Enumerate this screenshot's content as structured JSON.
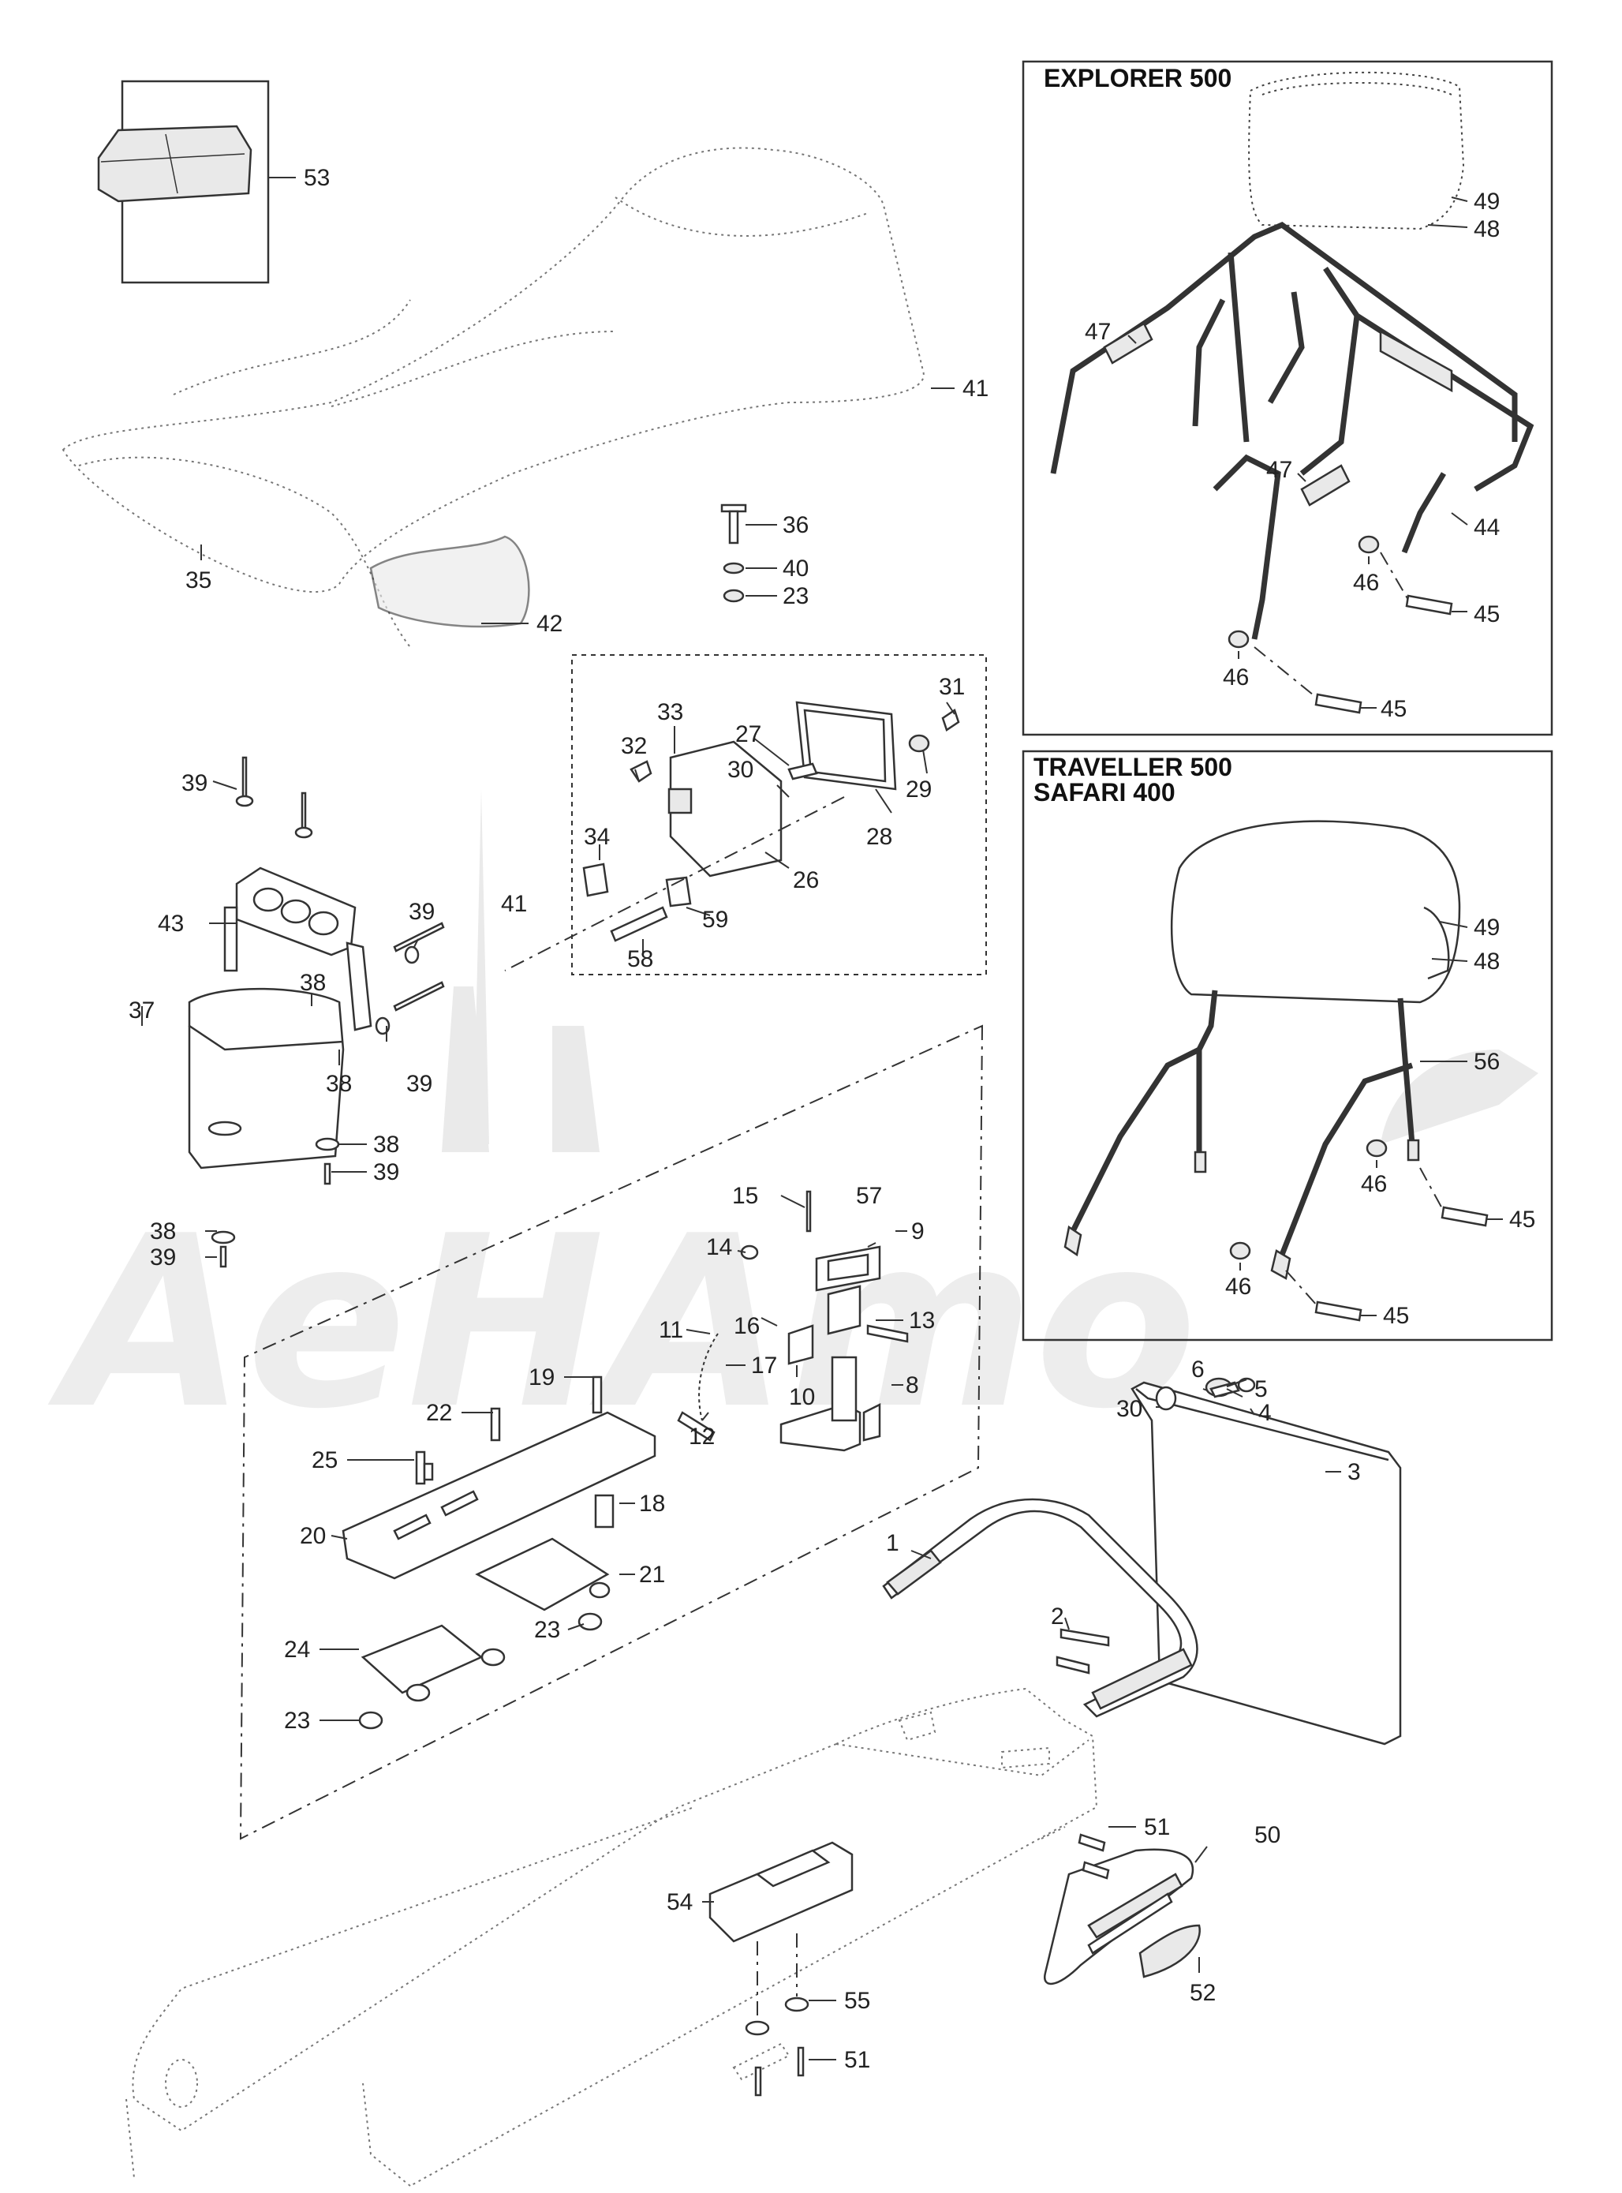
{
  "insets": {
    "explorer": {
      "title": "EXPLORER 500"
    },
    "traveller": {
      "title_line1": "TRAVELLER 500",
      "title_line2": "SAFARI 400"
    }
  },
  "watermark": {
    "text": "AeHAmo"
  },
  "callouts": {
    "c53": "53",
    "c41a": "41",
    "c35": "35",
    "c42": "42",
    "c36": "36",
    "c40": "40",
    "c23a": "23",
    "c31": "31",
    "c33": "33",
    "c32": "32",
    "c27": "27",
    "c30a": "30",
    "c29": "29",
    "c28": "28",
    "c34": "34",
    "c26": "26",
    "c59": "59",
    "c58": "58",
    "c39a": "39",
    "c43": "43",
    "c39b": "39",
    "c38a": "38",
    "c37": "37",
    "c38b": "38",
    "c39c": "39",
    "c41b": "41",
    "c38c": "38",
    "c39d": "39",
    "c38d": "38",
    "c39e": "39",
    "c15": "15",
    "c57": "57",
    "c9": "9",
    "c14": "14",
    "c16": "16",
    "c13": "13",
    "c11": "11",
    "c17": "17",
    "c10": "10",
    "c8": "8",
    "c12": "12",
    "c19": "19",
    "c22": "22",
    "c25": "25",
    "c18": "18",
    "c20": "20",
    "c21": "21",
    "c23b": "23",
    "c24": "24",
    "c23c": "23",
    "c6": "6",
    "c5": "5",
    "c4": "4",
    "c30b": "30",
    "c3": "3",
    "c1": "1",
    "c2": "2",
    "c51a": "51",
    "c50": "50",
    "c54": "54",
    "c52": "52",
    "c55": "55",
    "c51b": "51",
    "c49a": "49",
    "c48a": "48",
    "c47a": "47",
    "c47b": "47",
    "c44": "44",
    "c46a": "46",
    "c45a": "45",
    "c46b": "46",
    "c45b": "45",
    "c49b": "49",
    "c48b": "48",
    "c56": "56",
    "c46c": "46",
    "c45c": "45",
    "c46d": "46",
    "c45d": "45"
  }
}
